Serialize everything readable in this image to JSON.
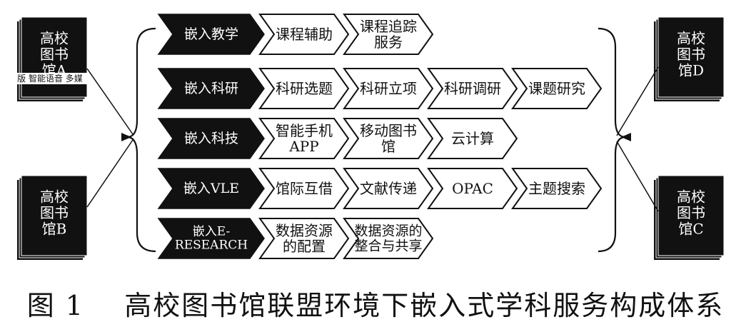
{
  "libraries": [
    {
      "id": "A",
      "lines": [
        "高校",
        "图书",
        "馆A"
      ],
      "overlay": "版 智能语音 多媒"
    },
    {
      "id": "B",
      "lines": [
        "高校",
        "图书",
        "馆B"
      ]
    },
    {
      "id": "C",
      "lines": [
        "高校",
        "图书",
        "馆C"
      ]
    },
    {
      "id": "D",
      "lines": [
        "高校",
        "图书",
        "馆D"
      ]
    }
  ],
  "rows": [
    {
      "head": [
        "嵌入教学"
      ],
      "items": [
        [
          "课程辅助"
        ],
        [
          "课程追踪",
          "服务"
        ]
      ]
    },
    {
      "head": [
        "嵌入科研"
      ],
      "items": [
        [
          "科研选题"
        ],
        [
          "科研立项"
        ],
        [
          "科研调研"
        ],
        [
          "课题研究"
        ]
      ]
    },
    {
      "head": [
        "嵌入科技"
      ],
      "items": [
        [
          "智能手机",
          "APP"
        ],
        [
          "移动图书",
          "馆"
        ],
        [
          "云计算"
        ]
      ]
    },
    {
      "head": [
        "嵌入VLE"
      ],
      "items": [
        [
          "馆际互借"
        ],
        [
          "文献传递"
        ],
        [
          "OPAC"
        ],
        [
          "主题搜索"
        ]
      ]
    },
    {
      "head": [
        "嵌入E-",
        "RESEARCH"
      ],
      "items": [
        [
          "数据资源",
          "的配置"
        ],
        [
          "数据资源的",
          "整合与共享"
        ]
      ]
    }
  ],
  "caption": {
    "number": "图 1",
    "title": "高校图书馆联盟环境下嵌入式学科服务构成体系"
  },
  "colors": {
    "ink": "#111111",
    "paper": "#ffffff"
  }
}
